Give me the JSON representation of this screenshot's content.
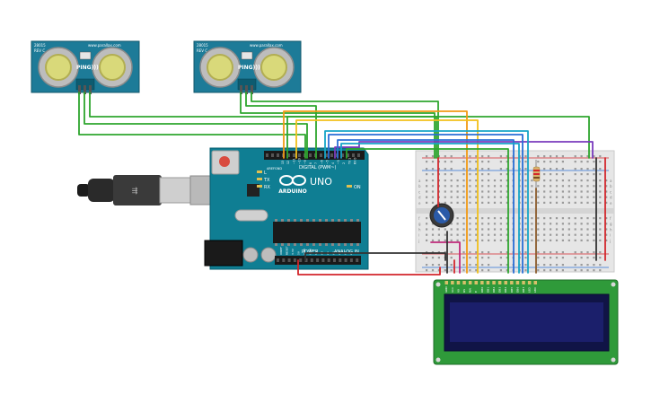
{
  "sensors": [
    {
      "brand": "www.parallax.com",
      "model": "28015",
      "rev": "REV C",
      "label": "PING)))"
    },
    {
      "brand": "www.parallax.com",
      "model": "28015",
      "rev": "REV C",
      "label": "PING)))"
    }
  ],
  "arduino": {
    "logo_text": "ARDUINO",
    "model": "UNO",
    "digital_label": "DIGITAL (PWM~)",
    "power_label": "POWER",
    "analog_label": "ANALOG IN",
    "led_labels": [
      "L",
      "TX",
      "RX"
    ],
    "on_label": "ON",
    "aref": "AREF",
    "gnd": "GND",
    "digital_pins": [
      "13",
      "12",
      "~11",
      "~10",
      "~9",
      "8",
      "7",
      "~6",
      "~5",
      "4",
      "~3",
      "2",
      "TX 1",
      "RX 0"
    ],
    "power_pins": [
      "IOREF",
      "RESET",
      "3.3V",
      "5V",
      "GND",
      "GND",
      "Vin"
    ],
    "analog_pins": [
      "A0",
      "A1",
      "A2",
      "A3",
      "A4",
      "A5"
    ]
  },
  "breadboard": {
    "row_letters_top": [
      "a",
      "b",
      "c",
      "d",
      "e"
    ],
    "row_letters_bottom": [
      "f",
      "g",
      "h",
      "i",
      "j"
    ]
  },
  "lcd": {
    "pins": [
      "GND",
      "VCC",
      "V0",
      "RS",
      "RW",
      "E",
      "DB0",
      "DB1",
      "DB2",
      "DB3",
      "DB4",
      "DB5",
      "DB6",
      "DB7",
      "LED",
      "LED"
    ]
  },
  "colors": {
    "arduino": "#0f7e93",
    "breadboard": "#e8e8e8",
    "lcd_board": "#2f9a3a",
    "lcd_screen": "#1b1f6b",
    "sensor": "#1d7b98",
    "wire_green": "#2ea62e",
    "wire_orange": "#f29a15",
    "wire_yellow": "#f2c11b",
    "wire_purple": "#7a3bbd",
    "wire_blue": "#2a6fd6",
    "wire_cyan": "#16a5c7",
    "wire_red": "#d3262b",
    "wire_black": "#333333",
    "wire_brown": "#8a5a2a",
    "wire_magenta": "#c02a7b"
  }
}
